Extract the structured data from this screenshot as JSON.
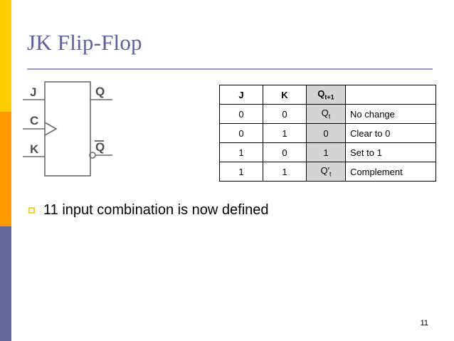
{
  "slide": {
    "title": "JK Flip-Flop",
    "page_number": "11",
    "accent_colors": {
      "title": "#5B5EA1",
      "rule": "#9A9BC0",
      "band_top": "#FFCC00",
      "band_middle": "#FF9900",
      "band_bottom": "#666699",
      "bullet_marker": "#FFCC33",
      "highlight_cell": "#D4D4D4"
    }
  },
  "diagram": {
    "name": "jk-flip-flop-symbol",
    "inputs": [
      "J",
      "C",
      "K"
    ],
    "outputs": [
      "Q",
      "Q̅"
    ],
    "clock_input_label": "C",
    "inverted_output_label": "Q",
    "has_clock_triangle": true,
    "has_output_bubble": true
  },
  "table": {
    "headers": [
      "J",
      "K",
      "Q",
      ""
    ],
    "header_subscripts": [
      "",
      "",
      "t+1",
      ""
    ],
    "rows": [
      {
        "j": "0",
        "k": "0",
        "q": "Q",
        "q_sub": "t",
        "q_prime": false,
        "desc": "No change"
      },
      {
        "j": "0",
        "k": "1",
        "q": "0",
        "q_sub": "",
        "q_prime": false,
        "desc": "Clear to 0"
      },
      {
        "j": "1",
        "k": "0",
        "q": "1",
        "q_sub": "",
        "q_prime": false,
        "desc": "Set to 1"
      },
      {
        "j": "1",
        "k": "1",
        "q": "Q",
        "q_sub": "t",
        "q_prime": true,
        "desc": "Complement"
      }
    ]
  },
  "bullet": {
    "text": "11 input combination is now defined"
  }
}
